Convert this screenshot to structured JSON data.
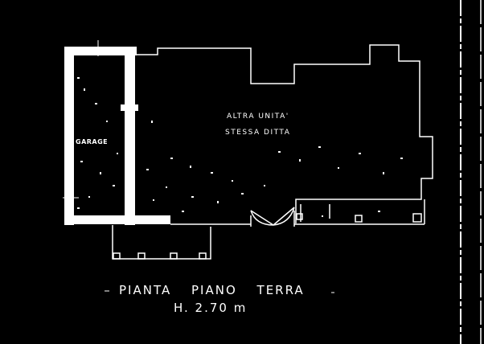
{
  "plan": {
    "rooms": {
      "garage": "GARAGE",
      "other_unit_line1": "ALTRA UNITA'",
      "other_unit_line2": "STESSA DITTA"
    },
    "caption": {
      "title_words": [
        "PIANTA",
        "PIANO",
        "TERRA"
      ],
      "height": "H. 2.70 m"
    }
  }
}
